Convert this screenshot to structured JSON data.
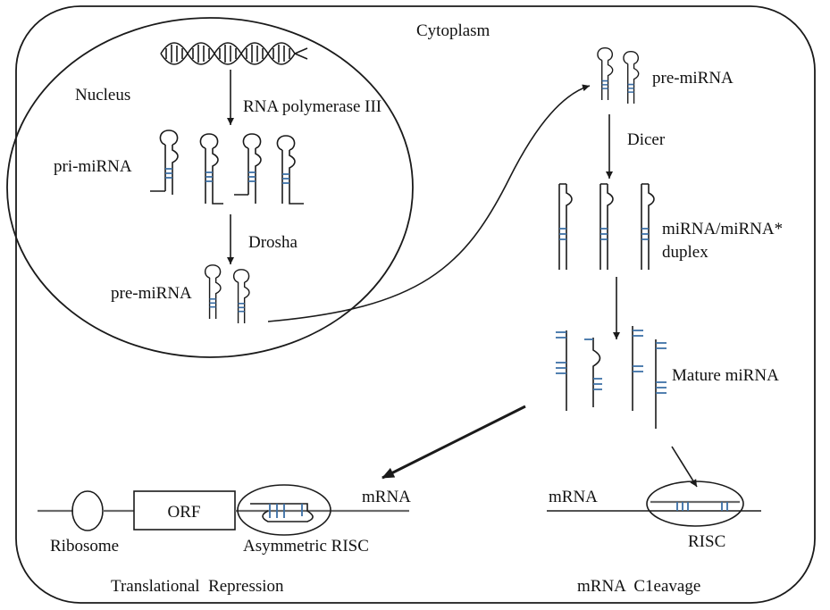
{
  "labels": {
    "cytoplasm": "Cytoplasm",
    "nucleus": "Nucleus",
    "rna_polymerase": "RNA polymerase III",
    "pri_mirna": "pri-miRNA",
    "drosha": "Drosha",
    "pre_mirna_nucleus": "pre-miRNA",
    "pre_mirna_cytoplasm": "pre-miRNA",
    "dicer": "Dicer",
    "duplex_line1": "miRNA/miRNA*",
    "duplex_line2": "duplex",
    "mature_mirna": "Mature miRNA",
    "mrna_left": "mRNA",
    "orf": "ORF",
    "ribosome": "Ribosome",
    "asymmetric_risc": "Asymmetric RISC",
    "translational_repression": "Translational  Repression",
    "mrna_right": "mRNA",
    "risc": "RISC",
    "mrna_cleavage": "mRNA  C1eavage"
  },
  "colors": {
    "line": "#1a1a1a",
    "base_pair": "#3a6ea5",
    "mrna_strand": "#6a6a6a"
  }
}
